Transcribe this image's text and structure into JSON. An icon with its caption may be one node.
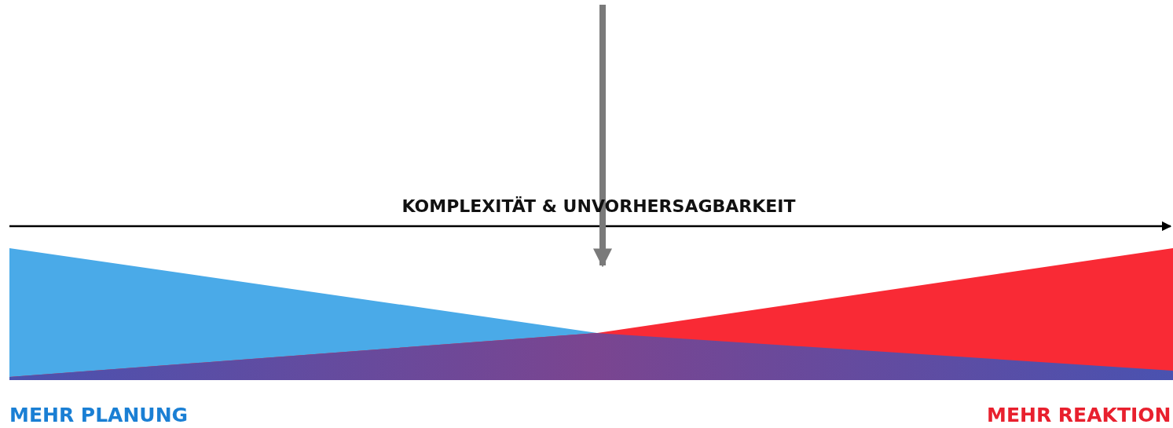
{
  "diagram": {
    "labels": [
      "KOMPLEXITÄT & UNVORHERSAGBARKEIT",
      "MEHR PLANUNG",
      "MEHR REAKTION"
    ]
  }
}
